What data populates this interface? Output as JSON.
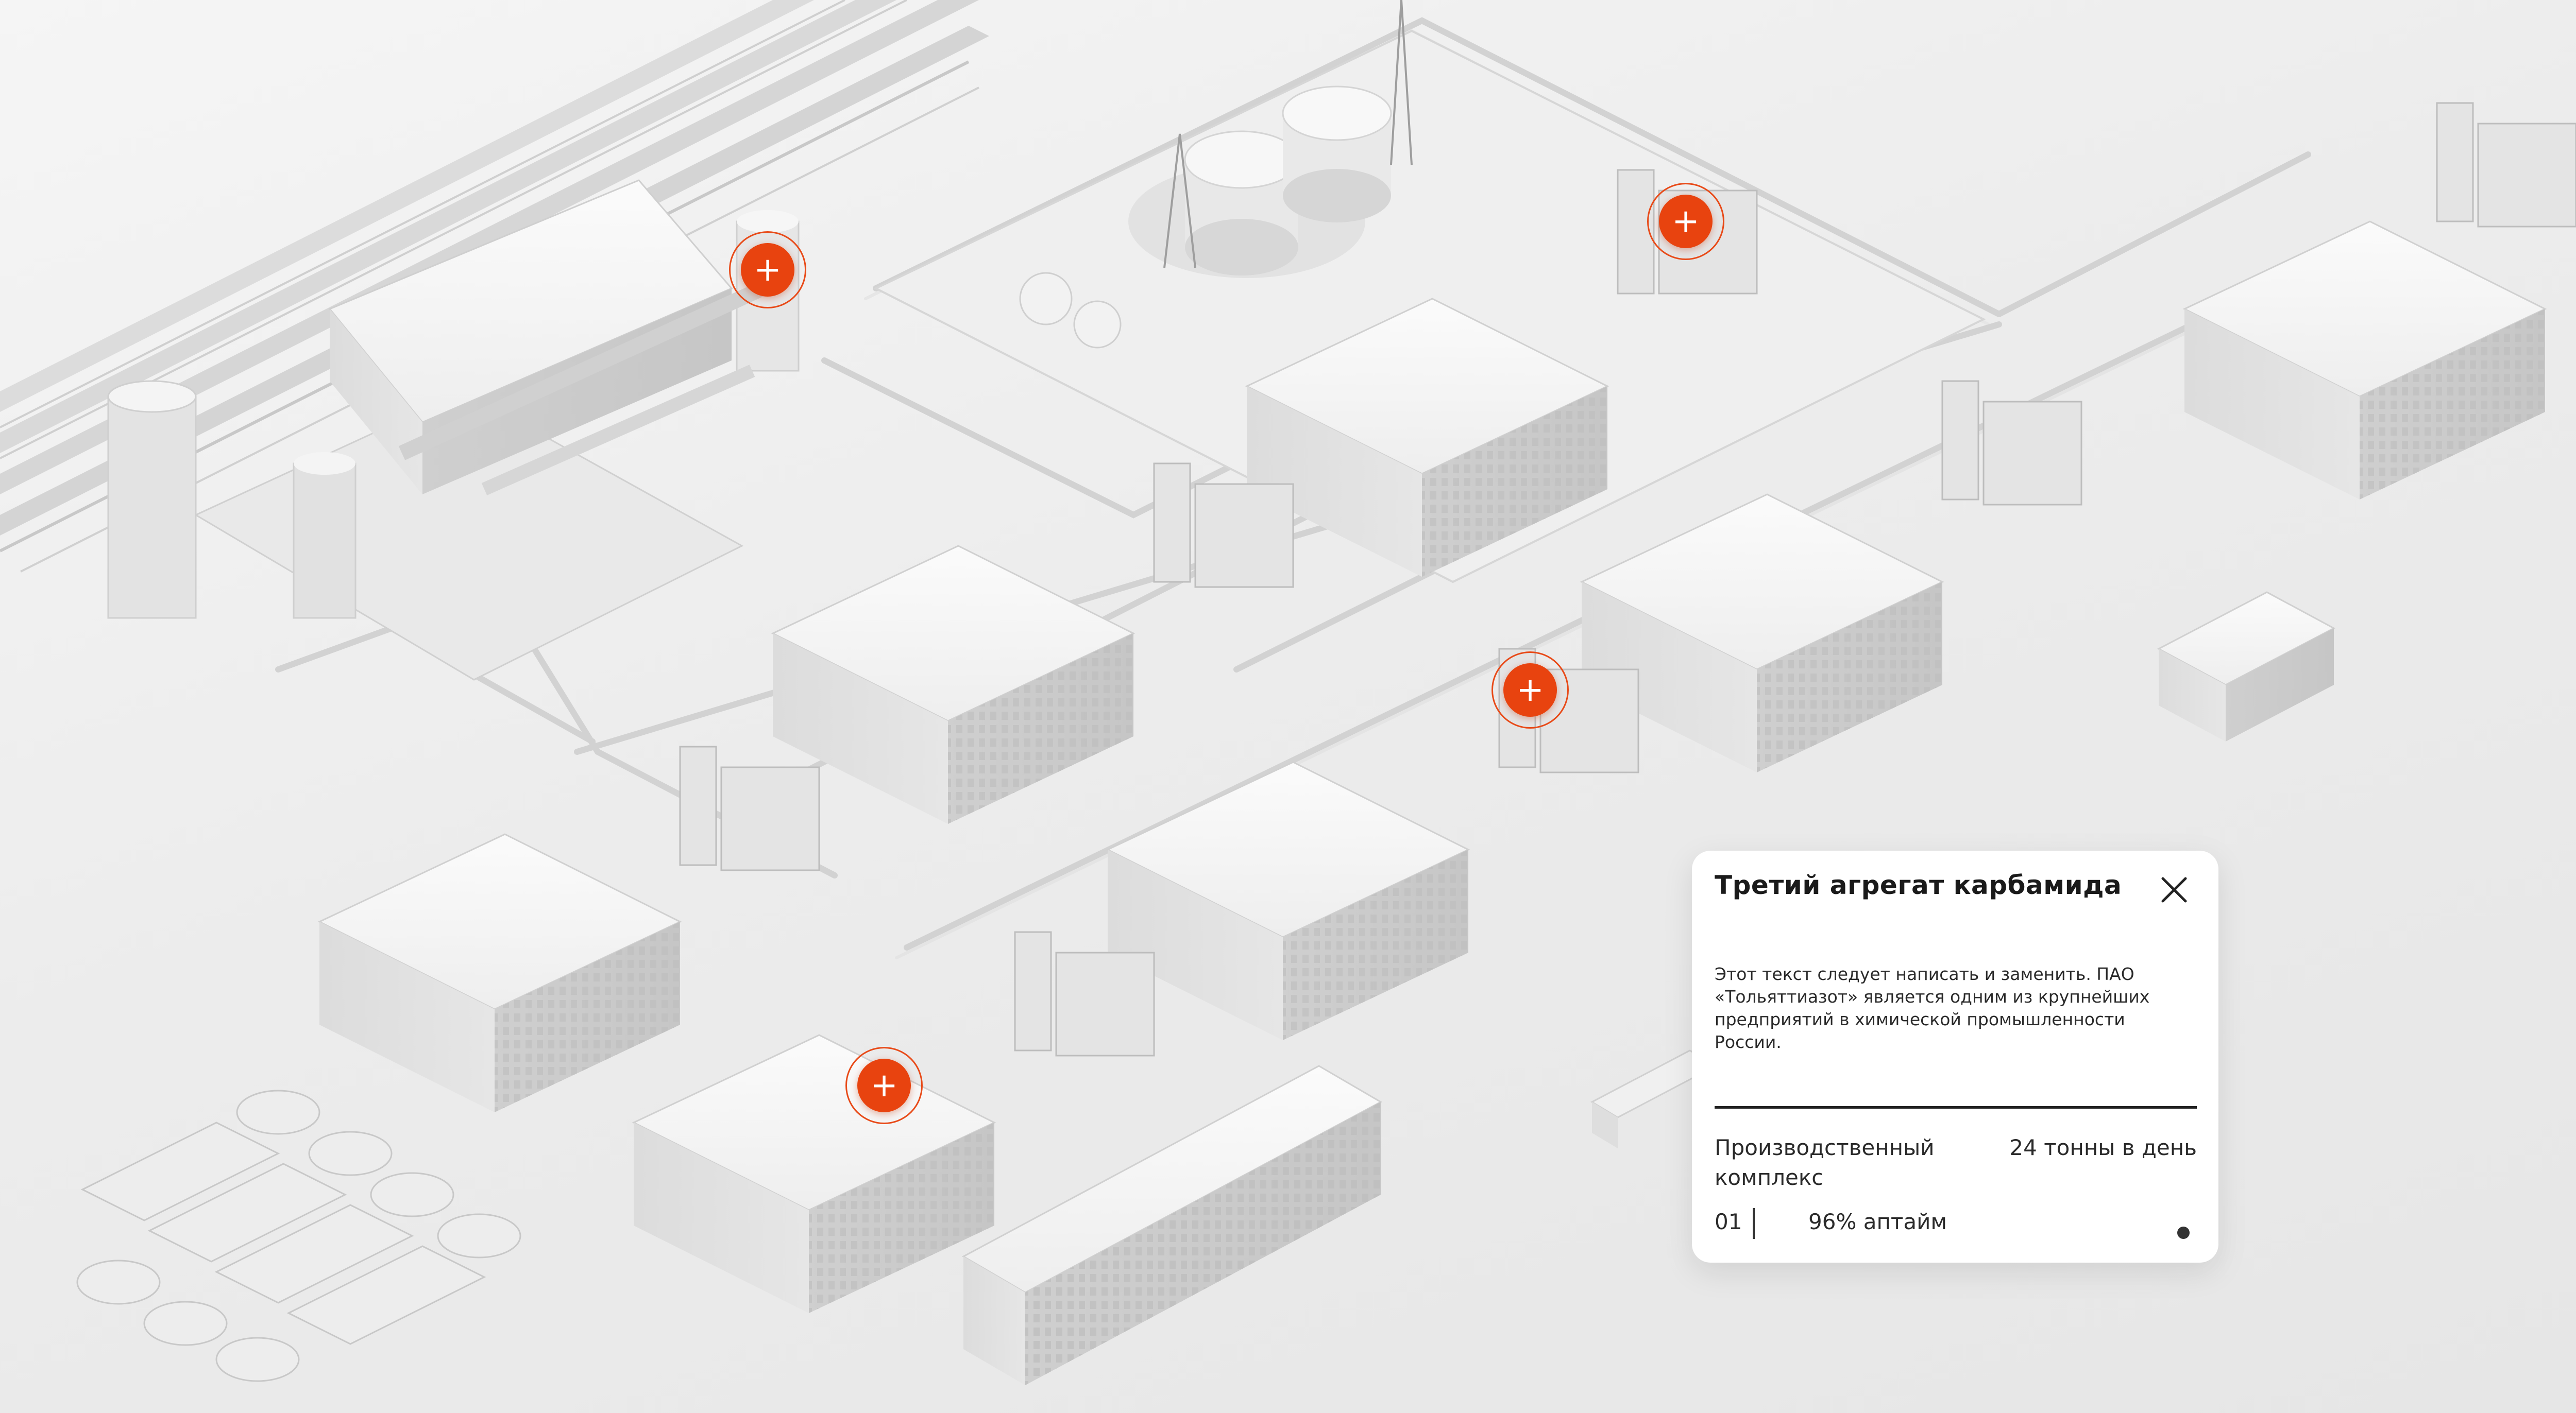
{
  "colors": {
    "accent": "#e8430f",
    "background": "#ececec",
    "building": "#f4f4f4",
    "card": "#ffffff"
  },
  "hotspots": [
    {
      "name": "hotspot-silo",
      "icon": "plus-icon",
      "symbol": "+"
    },
    {
      "name": "hotspot-upper-unit",
      "icon": "plus-icon",
      "symbol": "+"
    },
    {
      "name": "hotspot-middle-unit",
      "icon": "plus-icon",
      "symbol": "+"
    },
    {
      "name": "hotspot-lower-unit",
      "icon": "plus-icon",
      "symbol": "+"
    }
  ],
  "info_card": {
    "title": "Третий агрегат карбамида",
    "close_icon": "close-icon",
    "description": "Этот текст следует написать и заменить. ПАО «Тольяттиазот» является одним из крупнейших предприятий в химической промышленности России.",
    "complex_label": "Производственный комплекс",
    "capacity": "24 тонны в день",
    "index": "01",
    "uptime": "96% аптайм"
  }
}
